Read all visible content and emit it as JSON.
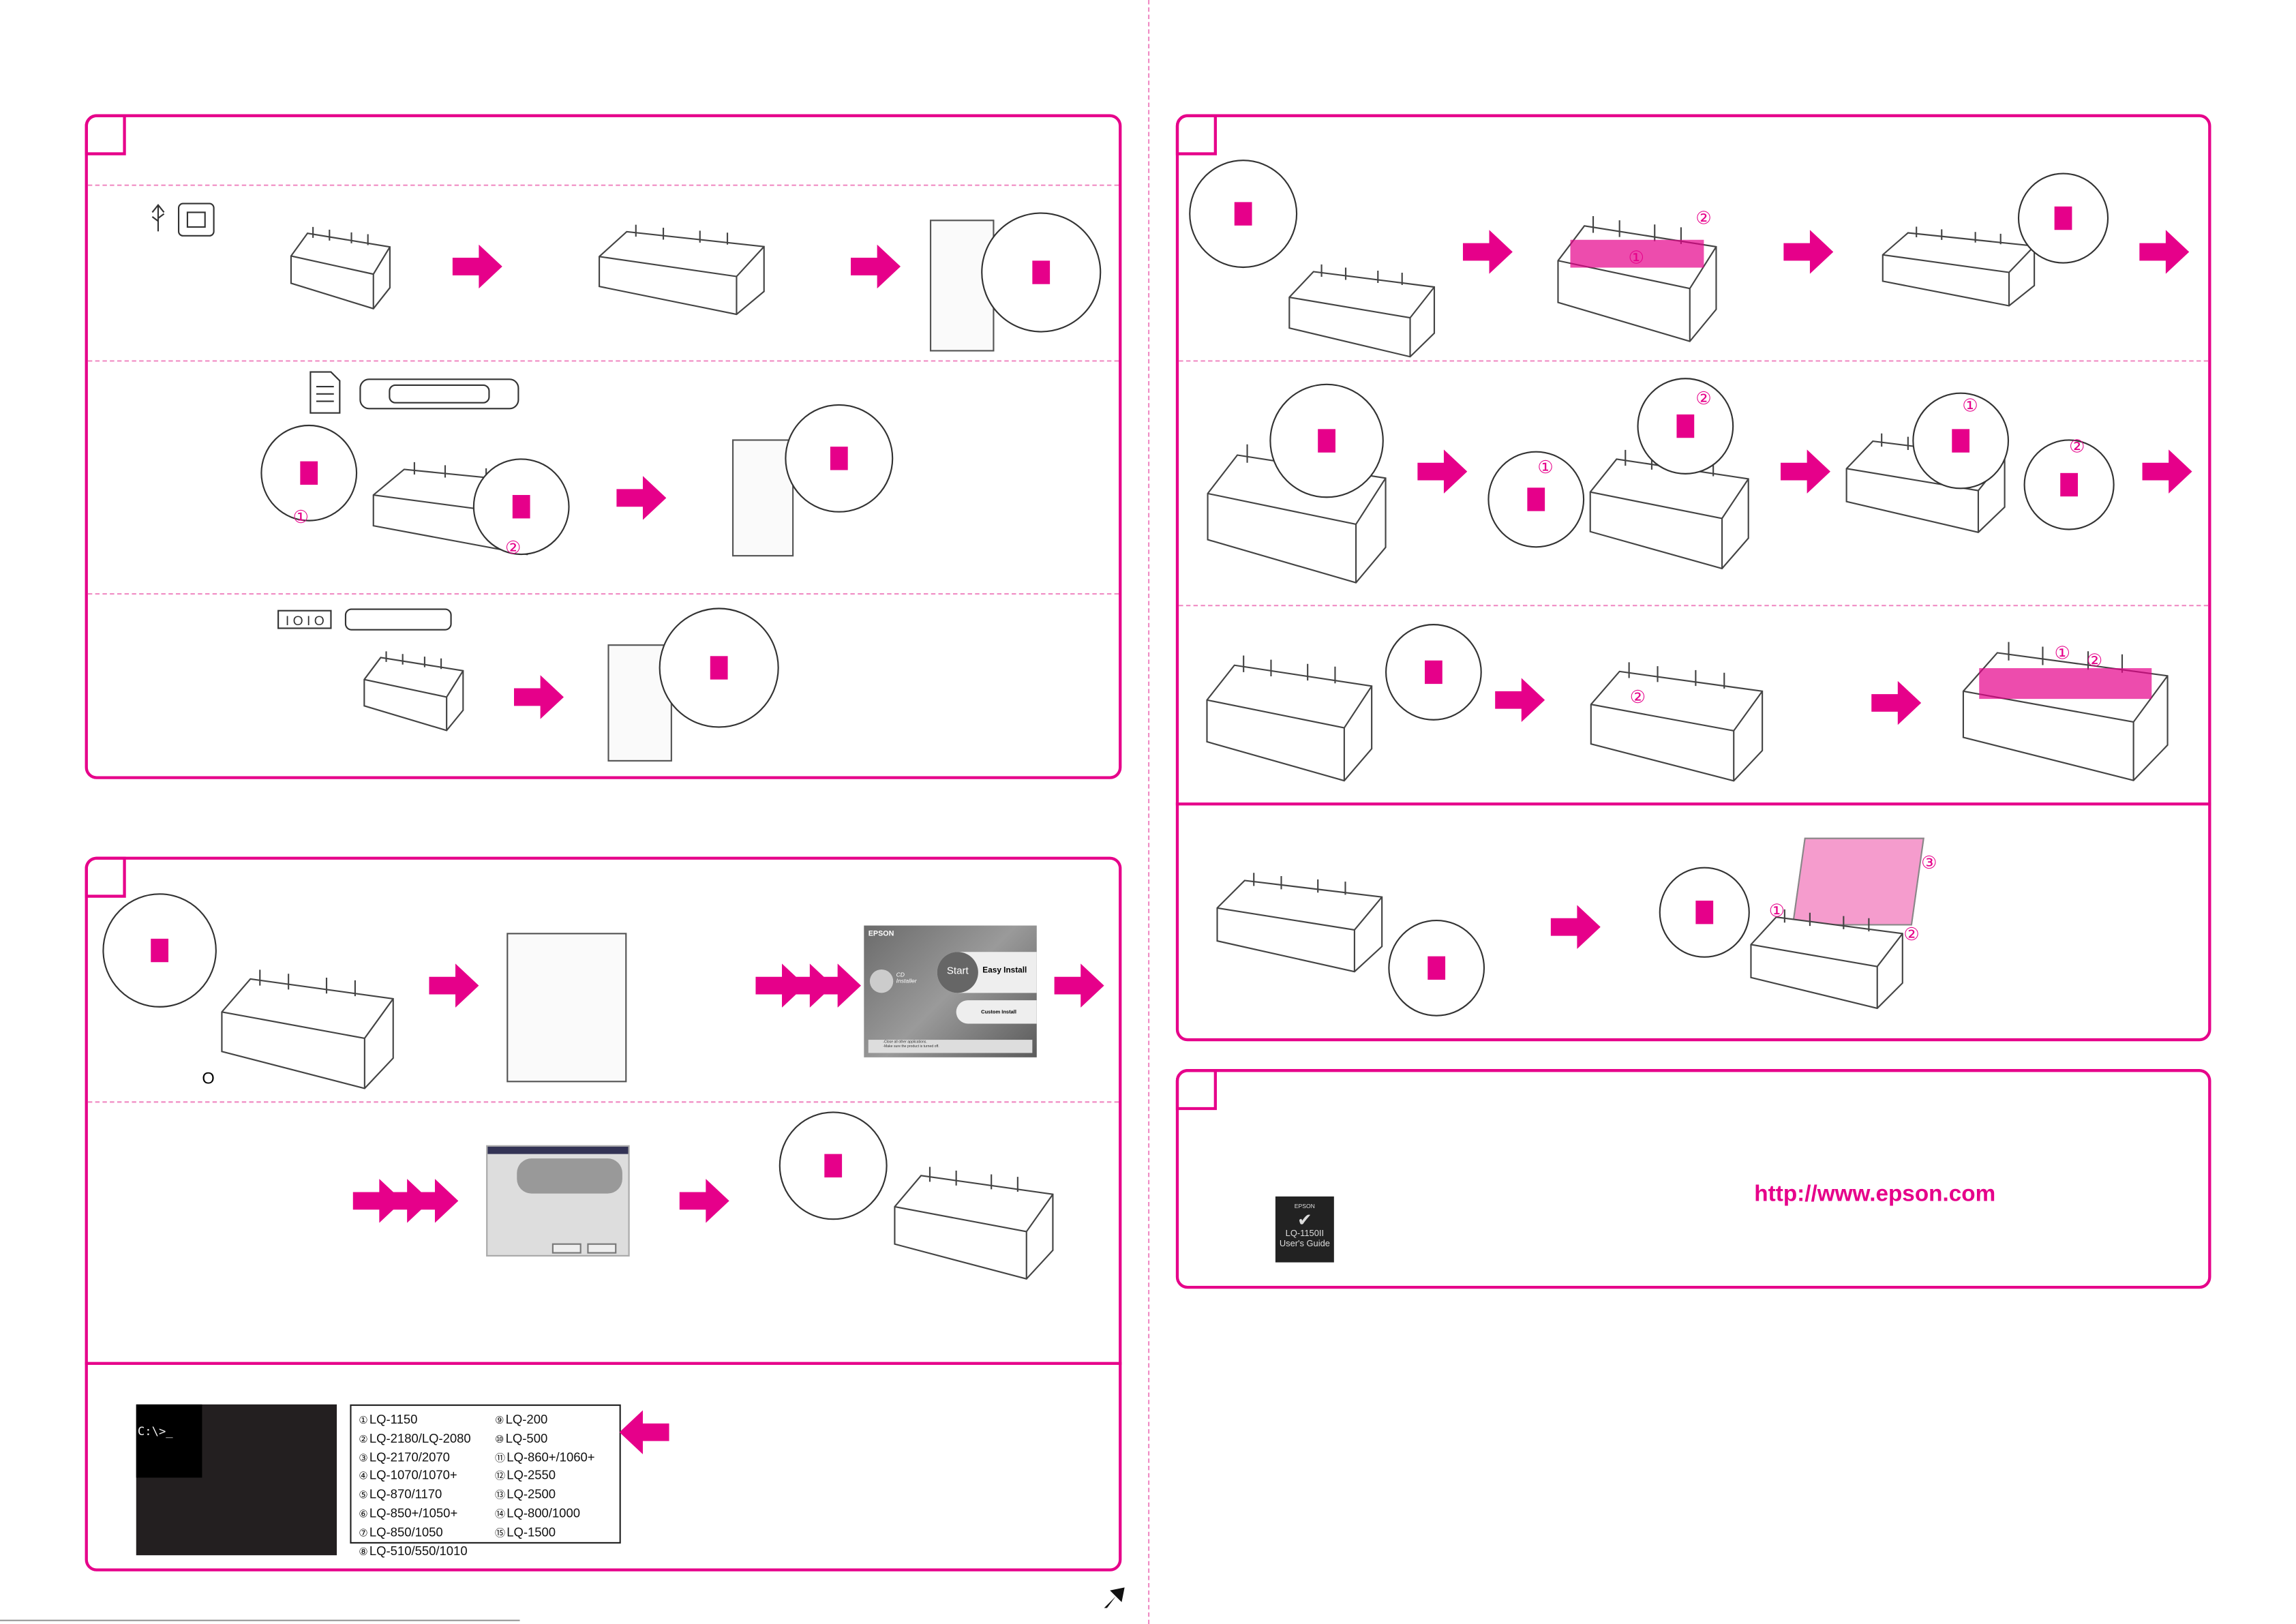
{
  "colors": {
    "accent": "#e6008a",
    "paper": "#f59ccd"
  },
  "step_markers": [
    "①",
    "②",
    "③"
  ],
  "cd_installer": {
    "brand": "EPSON",
    "title_line1": "CD",
    "title_line2": "Installer",
    "start": "Start",
    "easy_install": "Easy Install",
    "custom_install": "Custom Install",
    "note_line1": "-Close all other applications.",
    "note_line2": "-Make sure the product is turned off."
  },
  "terminal": {
    "prompt": "C:\\>_"
  },
  "emulation_models": {
    "left": [
      {
        "num": "①",
        "name": "LQ-1150"
      },
      {
        "num": "②",
        "name": "LQ-2180/LQ-2080"
      },
      {
        "num": "③",
        "name": "LQ-2170/2070"
      },
      {
        "num": "④",
        "name": "LQ-1070/1070+"
      },
      {
        "num": "⑤",
        "name": "LQ-870/1170"
      },
      {
        "num": "⑥",
        "name": "LQ-850+/1050+"
      },
      {
        "num": "⑦",
        "name": "LQ-850/1050"
      },
      {
        "num": "⑧",
        "name": "LQ-510/550/1010"
      }
    ],
    "right": [
      {
        "num": "⑨",
        "name": "LQ-200"
      },
      {
        "num": "⑩",
        "name": "LQ-500"
      },
      {
        "num": "⑪",
        "name": "LQ-860+/1060+"
      },
      {
        "num": "⑫",
        "name": "LQ-2550"
      },
      {
        "num": "⑬",
        "name": "LQ-2500"
      },
      {
        "num": "⑭",
        "name": "LQ-800/1000"
      },
      {
        "num": "⑮",
        "name": "LQ-1500"
      }
    ]
  },
  "users_guide_icon": {
    "brand": "EPSON",
    "line1": "LQ-1150II",
    "line2": "User's Guide"
  },
  "website": {
    "url": "http://www.epson.com"
  },
  "power_indicator": "O"
}
